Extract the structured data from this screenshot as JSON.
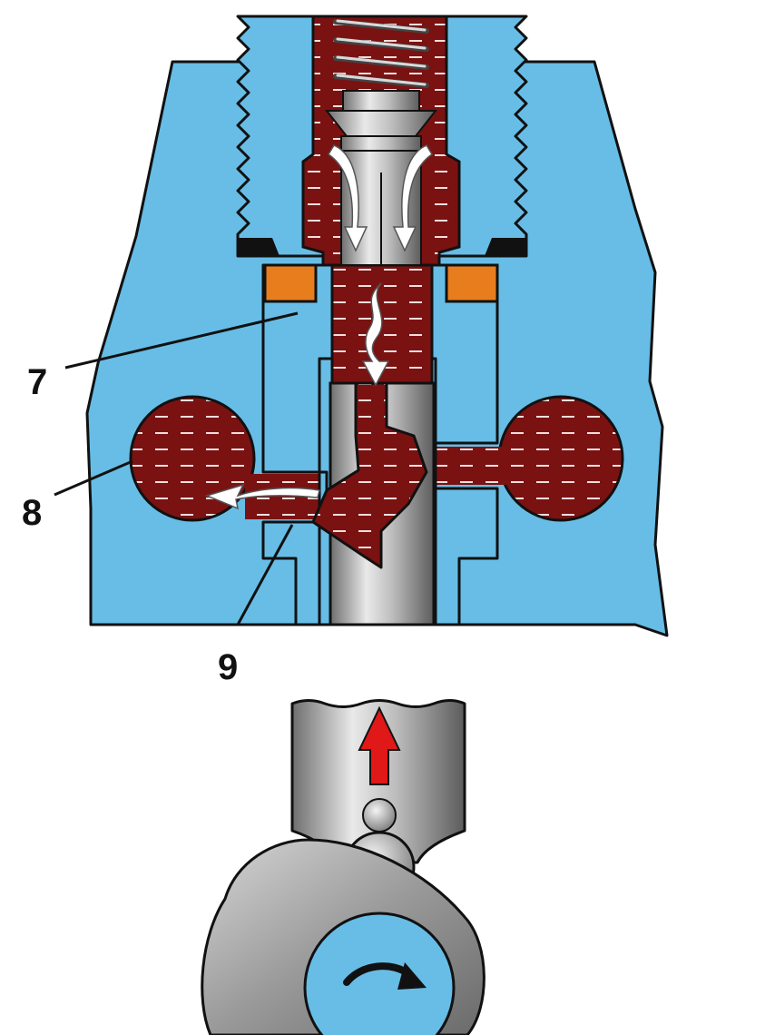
{
  "diagram": {
    "callouts": [
      {
        "id": "7",
        "label": "7"
      },
      {
        "id": "8",
        "label": "8"
      },
      {
        "id": "9",
        "label": "9"
      }
    ],
    "colors": {
      "housing": "#67bde6",
      "fuel": "#7a1212",
      "fuel_stripe": "#f2dede",
      "metal": "#b8b8b8",
      "seal": "#e87d1e",
      "outline": "#111111",
      "arrow_flow": "#ffffff",
      "arrow_lift": "#e01818"
    },
    "icons": {
      "flow_arrow": "white-flow-arrow-icon",
      "lift_arrow": "red-up-arrow-icon",
      "rotation_arrow": "rotation-arrow-icon"
    }
  }
}
